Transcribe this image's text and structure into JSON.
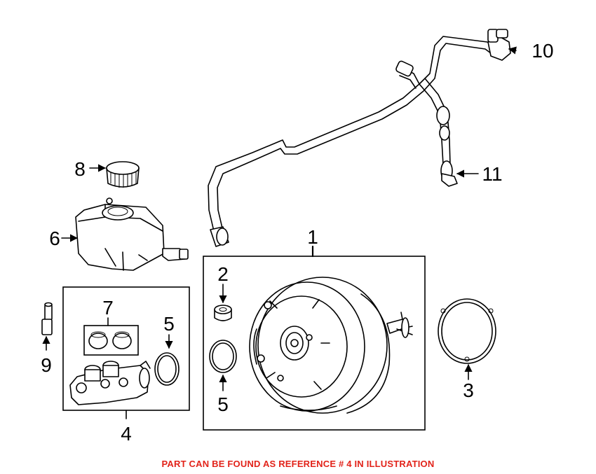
{
  "callouts": {
    "c1": "1",
    "c2": "2",
    "c3": "3",
    "c4": "4",
    "c5a": "5",
    "c5b": "5",
    "c6": "6",
    "c7": "7",
    "c8": "8",
    "c9": "9",
    "c10": "10",
    "c11": "11"
  },
  "footer_note": "PART CAN BE FOUND AS REFERENCE # 4 IN ILLUSTRATION",
  "colors": {
    "note": "#e2231a",
    "lines": "#000000",
    "background": "#ffffff"
  }
}
